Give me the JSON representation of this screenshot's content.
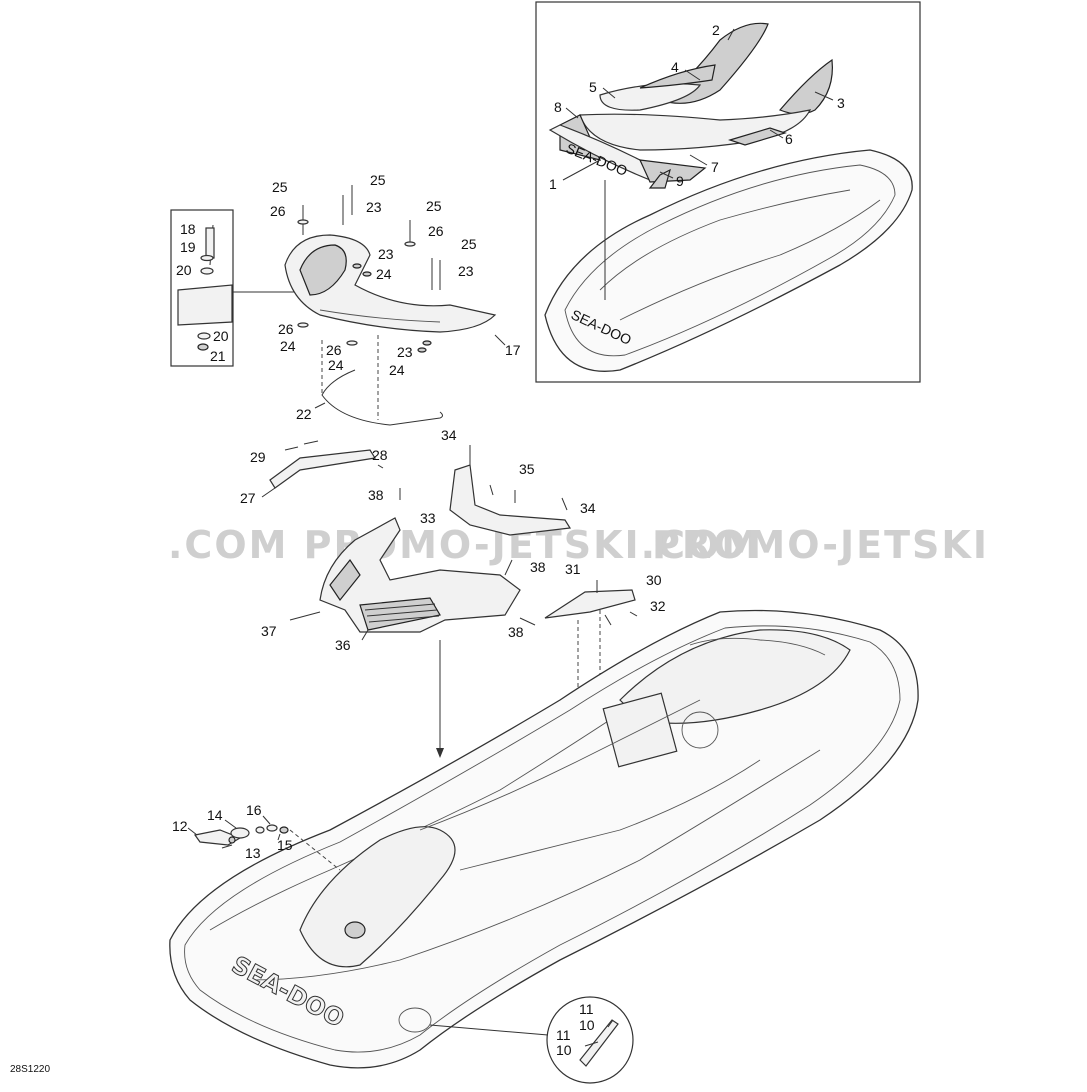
{
  "watermark": {
    "left_text": ".COM   PROMO-JETSKI.COM",
    "right_text": "PROMO-JETSKI"
  },
  "reference_code": "28S1220",
  "logo_text": "SEA-DOO",
  "callouts": [
    "1",
    "2",
    "3",
    "4",
    "5",
    "6",
    "7",
    "8",
    "9",
    "10",
    "11",
    "12",
    "13",
    "14",
    "15",
    "16",
    "17",
    "18",
    "19",
    "20",
    "21",
    "22",
    "23",
    "24",
    "25",
    "26",
    "27",
    "28",
    "29",
    "30",
    "31",
    "32",
    "33",
    "34",
    "35",
    "36",
    "37",
    "38"
  ]
}
